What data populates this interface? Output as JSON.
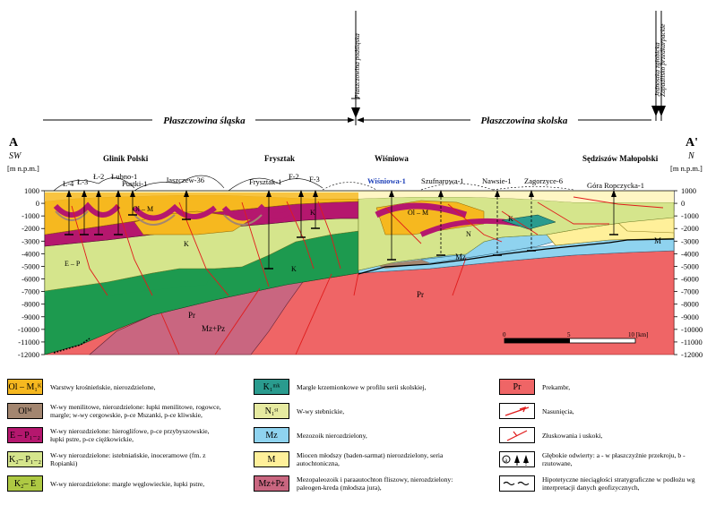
{
  "header": {
    "thrust_top_1": "Płaszczowina podśląska",
    "thrust_top_2a": "Jednostka zgłobicka",
    "thrust_top_2b": "Zapadlisko przedkarpackie",
    "nappe_left": "Płaszczowina śląska",
    "nappe_right": "Płaszczowina skolska",
    "end_left": "A",
    "end_right": "A'",
    "dir_left": "SW",
    "dir_right": "N",
    "unit_left": "[m n.p.m.]",
    "unit_right": "[m n.p.m.]"
  },
  "regions": [
    "Glinik Polski",
    "Frysztak",
    "Wiśniowa",
    "Sędziszów Małopolski"
  ],
  "wells": [
    "Ł-4",
    "Ł-3",
    "Ł-2",
    "Łubno-1",
    "Pustki-1",
    "Jaszczew-36",
    "Frysztak-1",
    "F-2",
    "F-3",
    "Wiśniowa-1",
    "Szufnarowa-1",
    "Nawsie-1",
    "Zagorzyce-6",
    "Góra Ropczycka-1"
  ],
  "depth_ticks": [
    "1000",
    "0",
    "-1000",
    "-2000",
    "-3000",
    "-4000",
    "-5000",
    "-6000",
    "-7000",
    "-8000",
    "-9000",
    "-10000",
    "-11000",
    "-12000"
  ],
  "section_labels": {
    "ol_m": "Ol – M",
    "k_e": "K",
    "k1": "K",
    "e_p": "E – P",
    "k2p": "K",
    "n": "N",
    "k_sk": "K",
    "mz": "Mz",
    "m": "M",
    "pr": "Pr",
    "mzpz": "Mz+Pz"
  },
  "scale": {
    "zero": "0",
    "five": "5",
    "ten": "10 [km]"
  },
  "legend": [
    {
      "code": "Ol – M₁ᴷ",
      "text": "Warstwy krośnieńskie, nierozdzielone,",
      "color": "#f6b81f"
    },
    {
      "code": "Olᴹ",
      "text": "W-wy menilitowe, nierozdzielone: łupki menilitowe, rogowce, margle; w-wy cergowskie, p-ce Mszanki, p-ce kliwskie,",
      "color": "#a38670"
    },
    {
      "code": "E – P₁₋₂",
      "text": "W-wy nierozdzielone: hieroglifowe, p-ce przybyszowskie, łupki pstre, p-ce ciężkowickie,",
      "color": "#b5176e"
    },
    {
      "code": "K₂– P₁₋₂",
      "text": "W-wy nierozdzielone: istebniańskie, inoceramowe (fm. z Ropianki)",
      "color": "#d5e58c"
    },
    {
      "code": "K₂– E",
      "text": "W-wy nierozdzielone: margle węglowieckie, łupki pstre,",
      "color": "#aec943"
    },
    {
      "code": "K₁ᵐᵏ",
      "text": "Margle krzemionkowe w profilu serii skolskiej,",
      "color": "#2a9b8e"
    },
    {
      "code": "N₁ˢᵗ",
      "text": "W-wy stebnickie,",
      "color": "#e6eaa0"
    },
    {
      "code": "Mz",
      "text": "Mezozoik nierozdzielony,",
      "color": "#8fd3ef"
    },
    {
      "code": "M",
      "text": "Miocen młodszy (baden-sarmat) nierozdzielony, seria autochtoniczna,",
      "color": "#fff09a"
    },
    {
      "code": "Mz+Pz",
      "text": "Mezopaleozoik i paraautochton fliszowy, nierozdzielony: paleogen-kreda (młodsza jura),",
      "color": "#c96680"
    },
    {
      "code": "Pr",
      "text": "Prekambr,",
      "color": "#ef6566"
    },
    {
      "code": "thrust-icon",
      "text": "Nasunięcia,",
      "color": "#e01b1b"
    },
    {
      "code": "fault-icon",
      "text": "Złuskowania i uskoki,",
      "color": "#e01b1b"
    },
    {
      "code": "well-icon",
      "text": "Głębokie odwierty: a - w płaszczyźnie przekroju, b - rzutowane,",
      "color": "#000000"
    },
    {
      "code": "wave-icon",
      "text": "Hipotetyczne nieciągłości stratygraficzne w podłożu wg interpretacji danych geofizycznych,",
      "color": "#000000"
    }
  ]
}
